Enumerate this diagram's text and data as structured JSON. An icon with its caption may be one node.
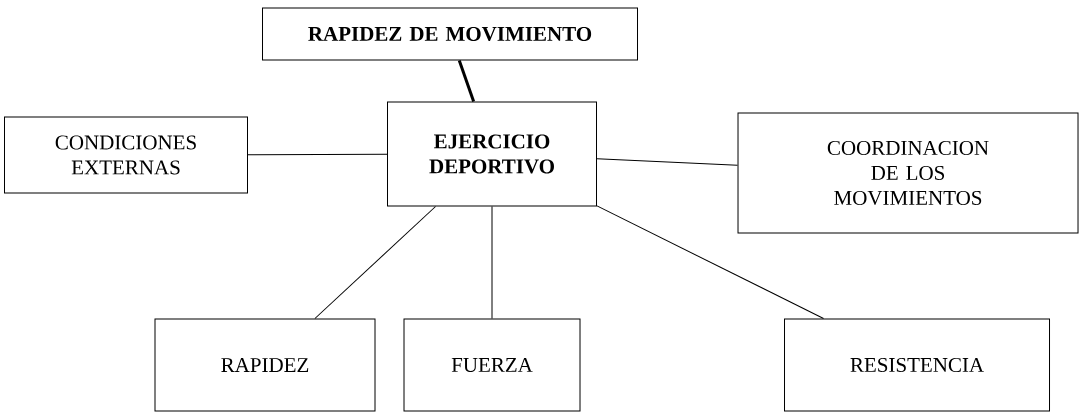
{
  "diagram": {
    "nodes": [
      {
        "text": [
          "RAPIDEZ DE MOVIMIENTO"
        ]
      },
      {
        "text": [
          "EJERCICIO DEPORTIVO"
        ]
      },
      {
        "text": [
          "CONDICIONES EXTERNAS"
        ]
      },
      {
        "text": [
          "COORDINACION DE LOS MOVIMIENTOS"
        ]
      },
      {
        "text": [
          "RAPIDEZ"
        ]
      },
      {
        "text": [
          "FUERZA"
        ]
      },
      {
        "text": [
          "RESISTENCIA"
        ]
      }
    ],
    "edges": [
      {
        "from": 0,
        "to": 1,
        "arrow": "none",
        "style": "thick"
      },
      {
        "from": 2,
        "to": 1,
        "arrow": "none"
      },
      {
        "from": 1,
        "to": 3,
        "arrow": "none"
      },
      {
        "from": 1,
        "to": 4,
        "arrow": "none"
      },
      {
        "from": 1,
        "to": 5,
        "arrow": "none"
      },
      {
        "from": 1,
        "to": 6,
        "arrow": "none"
      }
    ]
  }
}
